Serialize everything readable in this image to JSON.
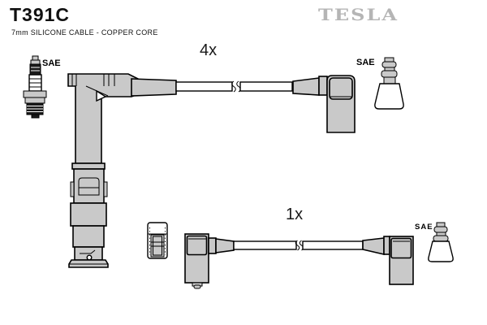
{
  "header": {
    "part_number": "T391C",
    "cable_spec": "7mm SILICONE CABLE - COPPER CORE",
    "brand_logo": "TESLA"
  },
  "labels": {
    "top_cable_quantity": "4x",
    "bottom_cable_quantity": "1x",
    "sae_top_left": "SAE",
    "sae_top_right": "SAE",
    "sae_bottom_right": "SAE"
  },
  "icons": {
    "spark_plug": "spark-plug-icon",
    "sae_terminal_top": "sae-terminal-icon",
    "sae_terminal_bottom": "sae-terminal-icon",
    "connector_end_view": "connector-end-view-icon"
  },
  "colors": {
    "background": "#ffffff",
    "part_fill": "#c9c9c9",
    "part_fill_dark": "#1a1a1a",
    "outline": "#000000",
    "cable_fill": "#ffffff",
    "brand_gray": "#b5b5b5"
  }
}
